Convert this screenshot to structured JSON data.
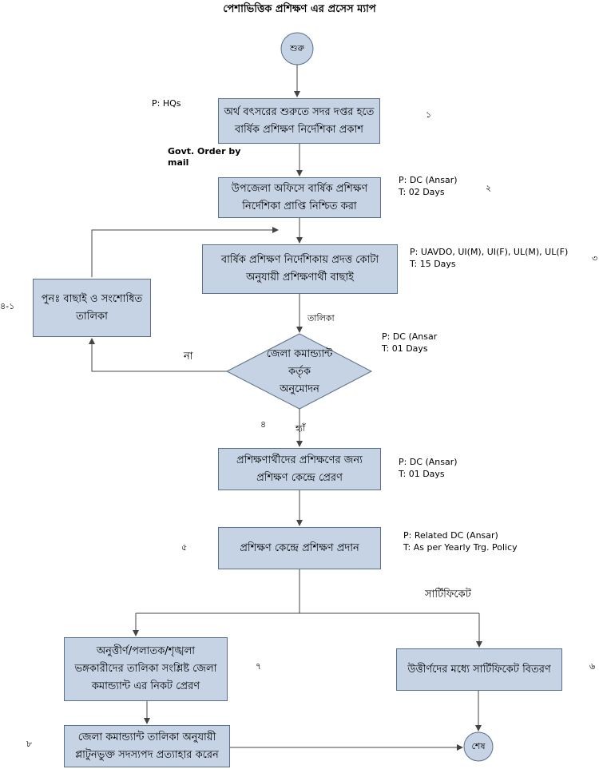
{
  "title": "পেশাভিত্তিক প্রশিক্ষণ এর প্রসেস ম্যাপ",
  "start": "শুরু",
  "end": "শেষ",
  "steps": {
    "s1": {
      "line1": "অর্থ বৎসরের শুরুতে সদর দপ্তর হতে",
      "line2": "বার্ষিক প্রশিক্ষণ নির্দেশিকা প্রকাশ",
      "num": "১",
      "p": "P: HQs"
    },
    "s2": {
      "line1": "উপজেলা অফিসে বার্ষিক প্রশিক্ষণ",
      "line2": "নির্দেশিকা প্রাপ্তি নিশ্চিত করা",
      "num": "২",
      "p": "P: DC (Ansar)",
      "t": "T: 02 Days"
    },
    "s3": {
      "line1": "বার্ষিক প্রশিক্ষণ নির্দেশিকায় প্রদত্ত কোটা",
      "line2": "অনুযায়ী প্রশিক্ষণার্থী বাছাই",
      "num": "৩",
      "p": "P: UAVDO, UI(M), UI(F), UL(M), UL(F)",
      "t": "T: 15 Days"
    },
    "s4_1": {
      "line1": "পুনঃ বাছাই ও সংশোধিত",
      "line2": "তালিকা",
      "num": "৪-১"
    },
    "decision": {
      "line1": "জেলা কমান্ড্যান্ট",
      "line2": "কর্তৃক",
      "line3": "অনুমোদন",
      "num": "৪",
      "p": "P: DC (Ansar",
      "t": "T: 01 Days",
      "yes": "হ্যাঁ",
      "no": "না",
      "list": "তালিকা"
    },
    "s_send": {
      "line1": "প্রশিক্ষণার্থীদের প্রশিক্ষণের জন্য",
      "line2": "প্রশিক্ষণ কেন্দ্রে প্রেরণ",
      "p": "P: DC (Ansar)",
      "t": "T: 01 Days"
    },
    "s5": {
      "line1": "প্রশিক্ষণ কেন্দ্রে প্রশিক্ষণ প্রদান",
      "num": "৫",
      "p": "P: Related DC (Ansar)",
      "t": "T: As per Yearly Trg. Policy"
    },
    "s6": {
      "line1": "উত্তীর্ণদের মধ্যে সার্টিফিকেট বিতরণ",
      "num": "৬",
      "label": "সার্টিফিকেট"
    },
    "s7": {
      "line1": "অনুত্তীর্ণ/পলাতক/শৃঙ্খলা",
      "line2": "ভঙ্গকারীদের তালিকা সংশ্লিষ্ট জেলা",
      "line3": "কমান্ড্যান্ট এর নিকট প্রেরণ",
      "num": "৭"
    },
    "s8": {
      "line1": "জেলা কমান্ড্যান্ট তালিকা অনুযায়ী",
      "line2": "প্লাটুনভুক্ত সদস্যপদ প্রত্যাহার করেন",
      "num": "৮"
    }
  },
  "govt_order": {
    "line1": "Govt.  Order  by",
    "line2": "mail"
  },
  "colors": {
    "box_fill": "#c5d3e4",
    "box_border": "#5a6f8a",
    "line": "#555555"
  }
}
